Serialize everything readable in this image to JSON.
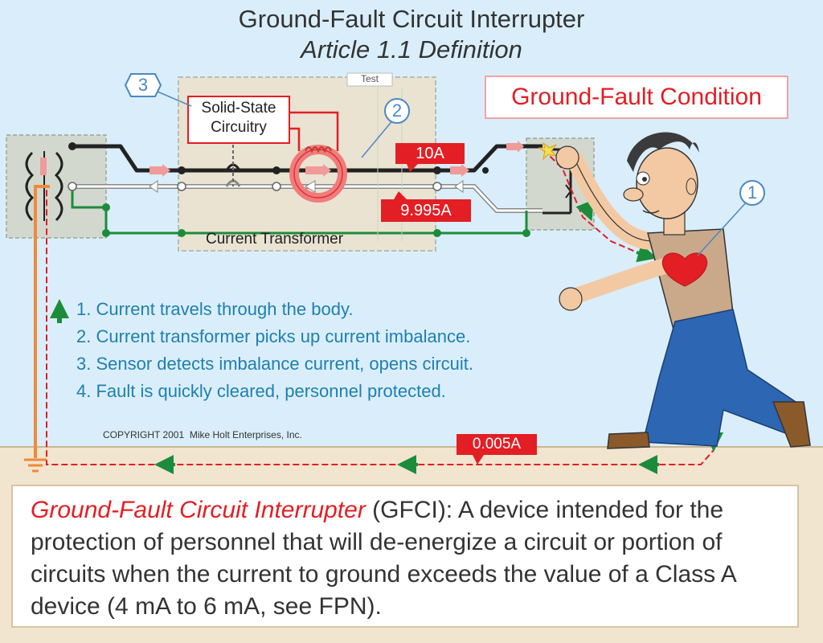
{
  "title": {
    "line1": "Ground-Fault Circuit Interrupter",
    "line2": "Article 1.1 Definition"
  },
  "condition_label": "Ground-Fault Condition",
  "test_button_label": "Test",
  "solid_state_label_line1": "Solid-State",
  "solid_state_label_line2": "Circuitry",
  "current_transformer_label": "Current Transformer",
  "callouts": {
    "c1": "1",
    "c2": "2",
    "c3": "3"
  },
  "currents": {
    "line": "10A",
    "return": "9.995A",
    "ground": "0.005A"
  },
  "steps": [
    "1. Current travels through the body.",
    "2. Current transformer picks up current imbalance.",
    "3. Sensor detects imbalance current, opens circuit.",
    "4. Fault is quickly cleared, personnel protected."
  ],
  "copyright": "COPYRIGHT 2001  Mike Holt Enterprises, Inc.",
  "definition": {
    "term": "Ground-Fault Circuit Interrupter",
    "body": " (GFCI): A device intended for the protection of personnel that will de-energize a circuit or portion of circuits when the current to ground exceeds the value of a Class A device (4 mA to 6 mA, see FPN)."
  },
  "colors": {
    "sky": "#d9eefa",
    "ground": "#f1e5cf",
    "red": "#e31e24",
    "green": "#1c8c3a",
    "blue_text": "#1f7fb0",
    "panel": "#d3d8cf"
  }
}
